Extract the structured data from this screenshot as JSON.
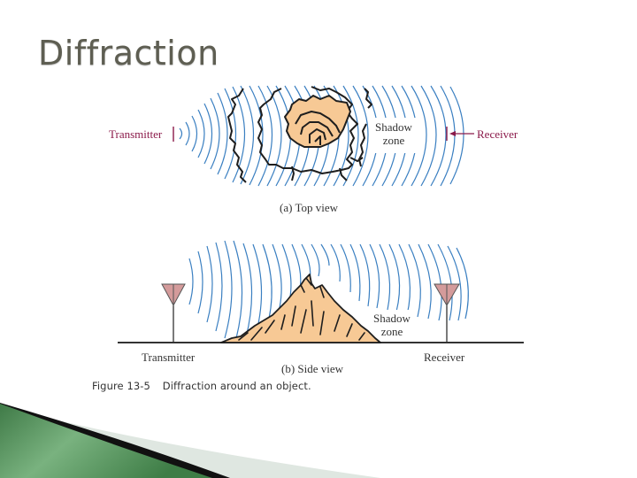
{
  "slide": {
    "title": "Diffraction"
  },
  "figure": {
    "top_view": {
      "transmitter_label": "Transmitter",
      "receiver_label": "Receiver",
      "shadow_zone_line1": "Shadow",
      "shadow_zone_line2": "zone",
      "subcaption": "(a) Top view"
    },
    "side_view": {
      "transmitter_label": "Transmitter",
      "receiver_label": "Receiver",
      "shadow_zone_line1": "Shadow",
      "shadow_zone_line2": "zone",
      "subcaption": "(b) Side view"
    },
    "caption_number": "Figure 13-5",
    "caption_text": "Diffraction around an object."
  },
  "colors": {
    "title": "#5e5e52",
    "wave": "#3a7fc1",
    "label_accent": "#8b1a4a",
    "object_fill": "#f7c995",
    "antenna_fill": "#d49b9b",
    "footer_green": "#4f8a55"
  }
}
